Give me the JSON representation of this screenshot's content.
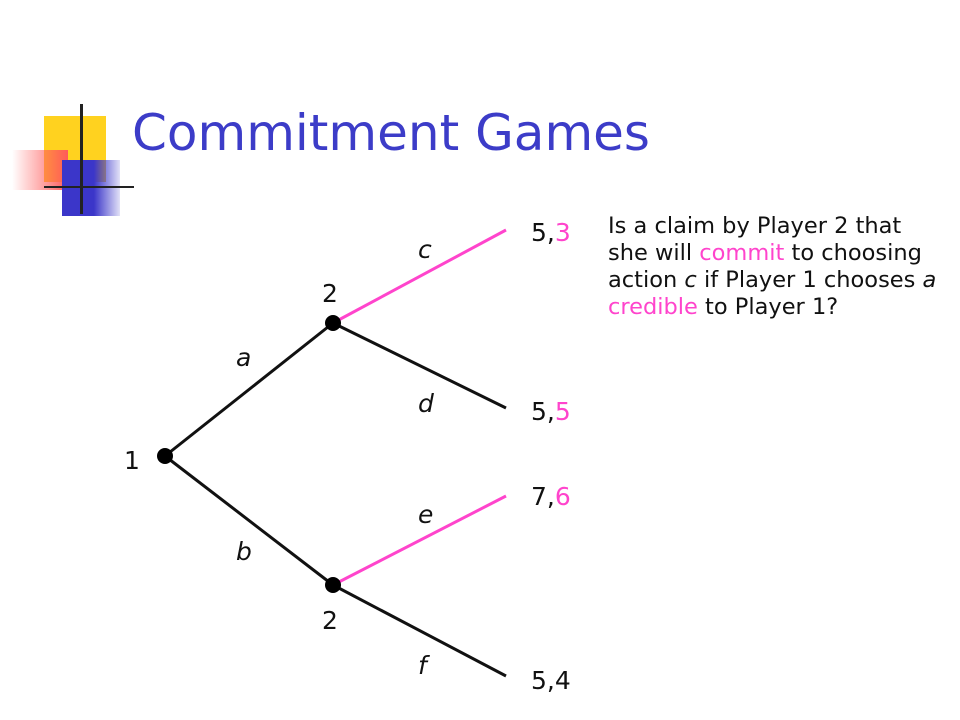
{
  "title": "Commitment Games",
  "question": {
    "p1": "Is a claim by Player 2 that she will ",
    "commit": "commit",
    "p2": " to choosing action ",
    "action_c": "c",
    "p3": " if Player 1 chooses ",
    "action_a": "a",
    "p4": " ",
    "credible": "credible",
    "p5": " to Player 1?"
  },
  "tree": {
    "root_player": "1",
    "upper_player": "2",
    "lower_player": "2",
    "actions": {
      "a": "a",
      "b": "b",
      "c": "c",
      "d": "d",
      "e": "e",
      "f": "f"
    },
    "payoffs": {
      "c": {
        "p1": "5",
        "p2": "3",
        "highlight": true
      },
      "d": {
        "p1": "5",
        "p2": "5",
        "highlight": true
      },
      "e": {
        "p1": "7",
        "p2": "6",
        "highlight": true
      },
      "f": {
        "p1": "5",
        "p2": "4",
        "highlight": false
      }
    },
    "highlight_branches": [
      "c",
      "e"
    ],
    "colors": {
      "highlight": "#ff44cc",
      "edge": "#111111",
      "title": "#3c3cc8"
    }
  }
}
